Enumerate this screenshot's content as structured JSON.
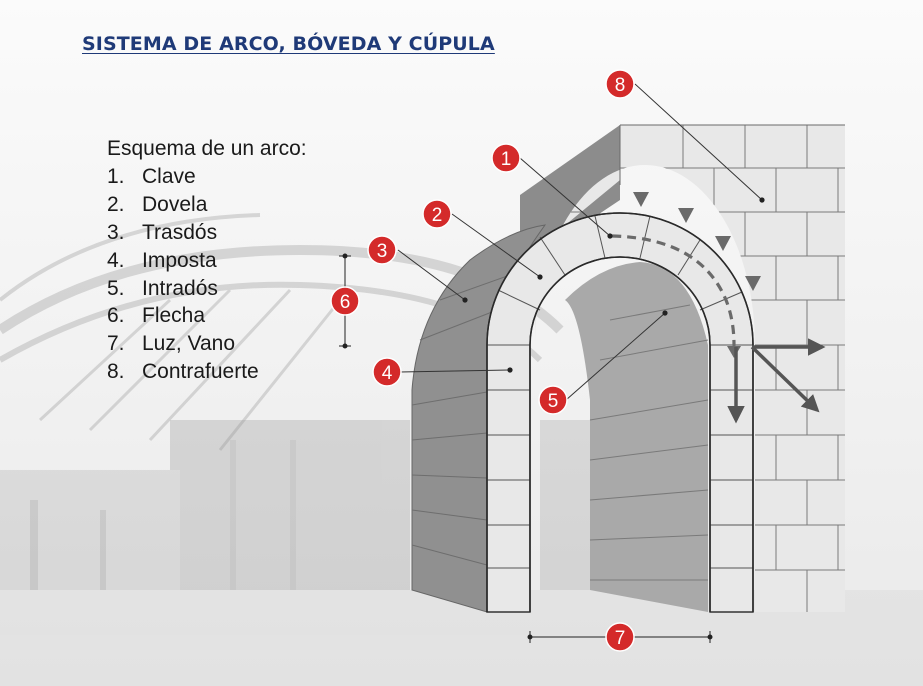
{
  "title": "SISTEMA DE ARCO, BÓVEDA Y CÚPULA",
  "legend": {
    "heading": "Esquema de un arco:",
    "items": [
      {
        "num": "1.",
        "label": "Clave"
      },
      {
        "num": "2.",
        "label": "Dovela"
      },
      {
        "num": "3.",
        "label": "Trasdós"
      },
      {
        "num": "4.",
        "label": "Imposta"
      },
      {
        "num": "5.",
        "label": "Intradós"
      },
      {
        "num": "6.",
        "label": "Flecha"
      },
      {
        "num": "7.",
        "label": "Luz, Vano"
      },
      {
        "num": "8.",
        "label": "Contrafuerte"
      }
    ]
  },
  "markers": [
    "1",
    "2",
    "3",
    "4",
    "5",
    "6",
    "7",
    "8"
  ],
  "colors": {
    "title": "#1f3a78",
    "marker_fill": "#d42a2a",
    "stone_light": "#e6e6e6",
    "stone_dark": "#8f8f8f",
    "arrow": "#555555"
  }
}
